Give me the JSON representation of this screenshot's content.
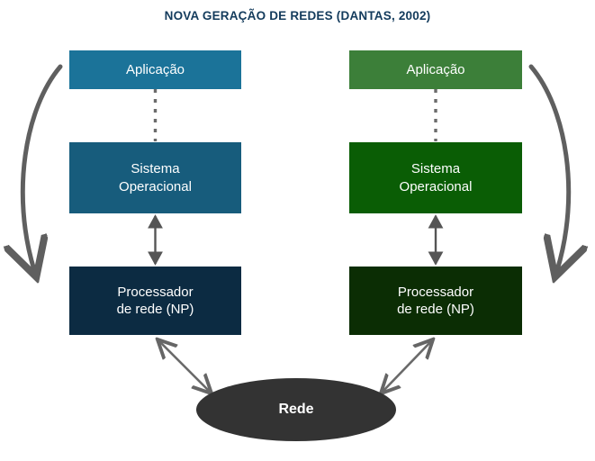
{
  "title": "NOVA GERAÇÃO DE REDES (DANTAS, 2002)",
  "colors": {
    "title": "#133b5c",
    "left_application": "#1b7399",
    "left_os": "#175c7c",
    "left_np": "#0c2b42",
    "right_application": "#3c7f39",
    "right_os": "#0a5d05",
    "right_np": "#0b2d04",
    "network_ellipse": "#333333",
    "connector": "#666666",
    "dashed_connector": "#666666",
    "text": "#ffffff"
  },
  "left_stack": {
    "name": "left-host-stack",
    "application": "Aplicação",
    "operating_system": "Sistema\nOperacional",
    "operating_system_line1": "Sistema",
    "operating_system_line2": "Operacional",
    "network_processor_line1": "Processador",
    "network_processor_line2": "de rede (NP)"
  },
  "right_stack": {
    "name": "right-host-stack",
    "application": "Aplicação",
    "operating_system_line1": "Sistema",
    "operating_system_line2": "Operacional",
    "network_processor_line1": "Processador",
    "network_processor_line2": "de rede (NP)"
  },
  "network": {
    "label": "Rede"
  },
  "connectors": [
    {
      "name": "left-app-to-os-dashed",
      "style": "dotted",
      "arrowheads": "none",
      "from": "left-application",
      "to": "left-operating-system"
    },
    {
      "name": "left-os-to-np-arrow",
      "style": "solid",
      "arrowheads": "both",
      "from": "left-operating-system",
      "to": "left-network-processor"
    },
    {
      "name": "left-np-to-network-arrow",
      "style": "solid",
      "arrowheads": "both",
      "from": "left-network-processor",
      "to": "network-ellipse"
    },
    {
      "name": "right-app-to-os-dashed",
      "style": "dotted",
      "arrowheads": "none",
      "from": "right-application",
      "to": "right-operating-system"
    },
    {
      "name": "right-os-to-np-arrow",
      "style": "solid",
      "arrowheads": "both",
      "from": "right-operating-system",
      "to": "right-network-processor"
    },
    {
      "name": "right-np-to-network-arrow",
      "style": "solid",
      "arrowheads": "both",
      "from": "right-network-processor",
      "to": "network-ellipse"
    },
    {
      "name": "left-curved-bypass-arrow",
      "style": "curved",
      "arrowheads": "end",
      "from": "left-application",
      "to": "left-network-processor"
    },
    {
      "name": "right-curved-bypass-arrow",
      "style": "curved",
      "arrowheads": "end",
      "from": "right-application",
      "to": "right-network-processor"
    }
  ]
}
